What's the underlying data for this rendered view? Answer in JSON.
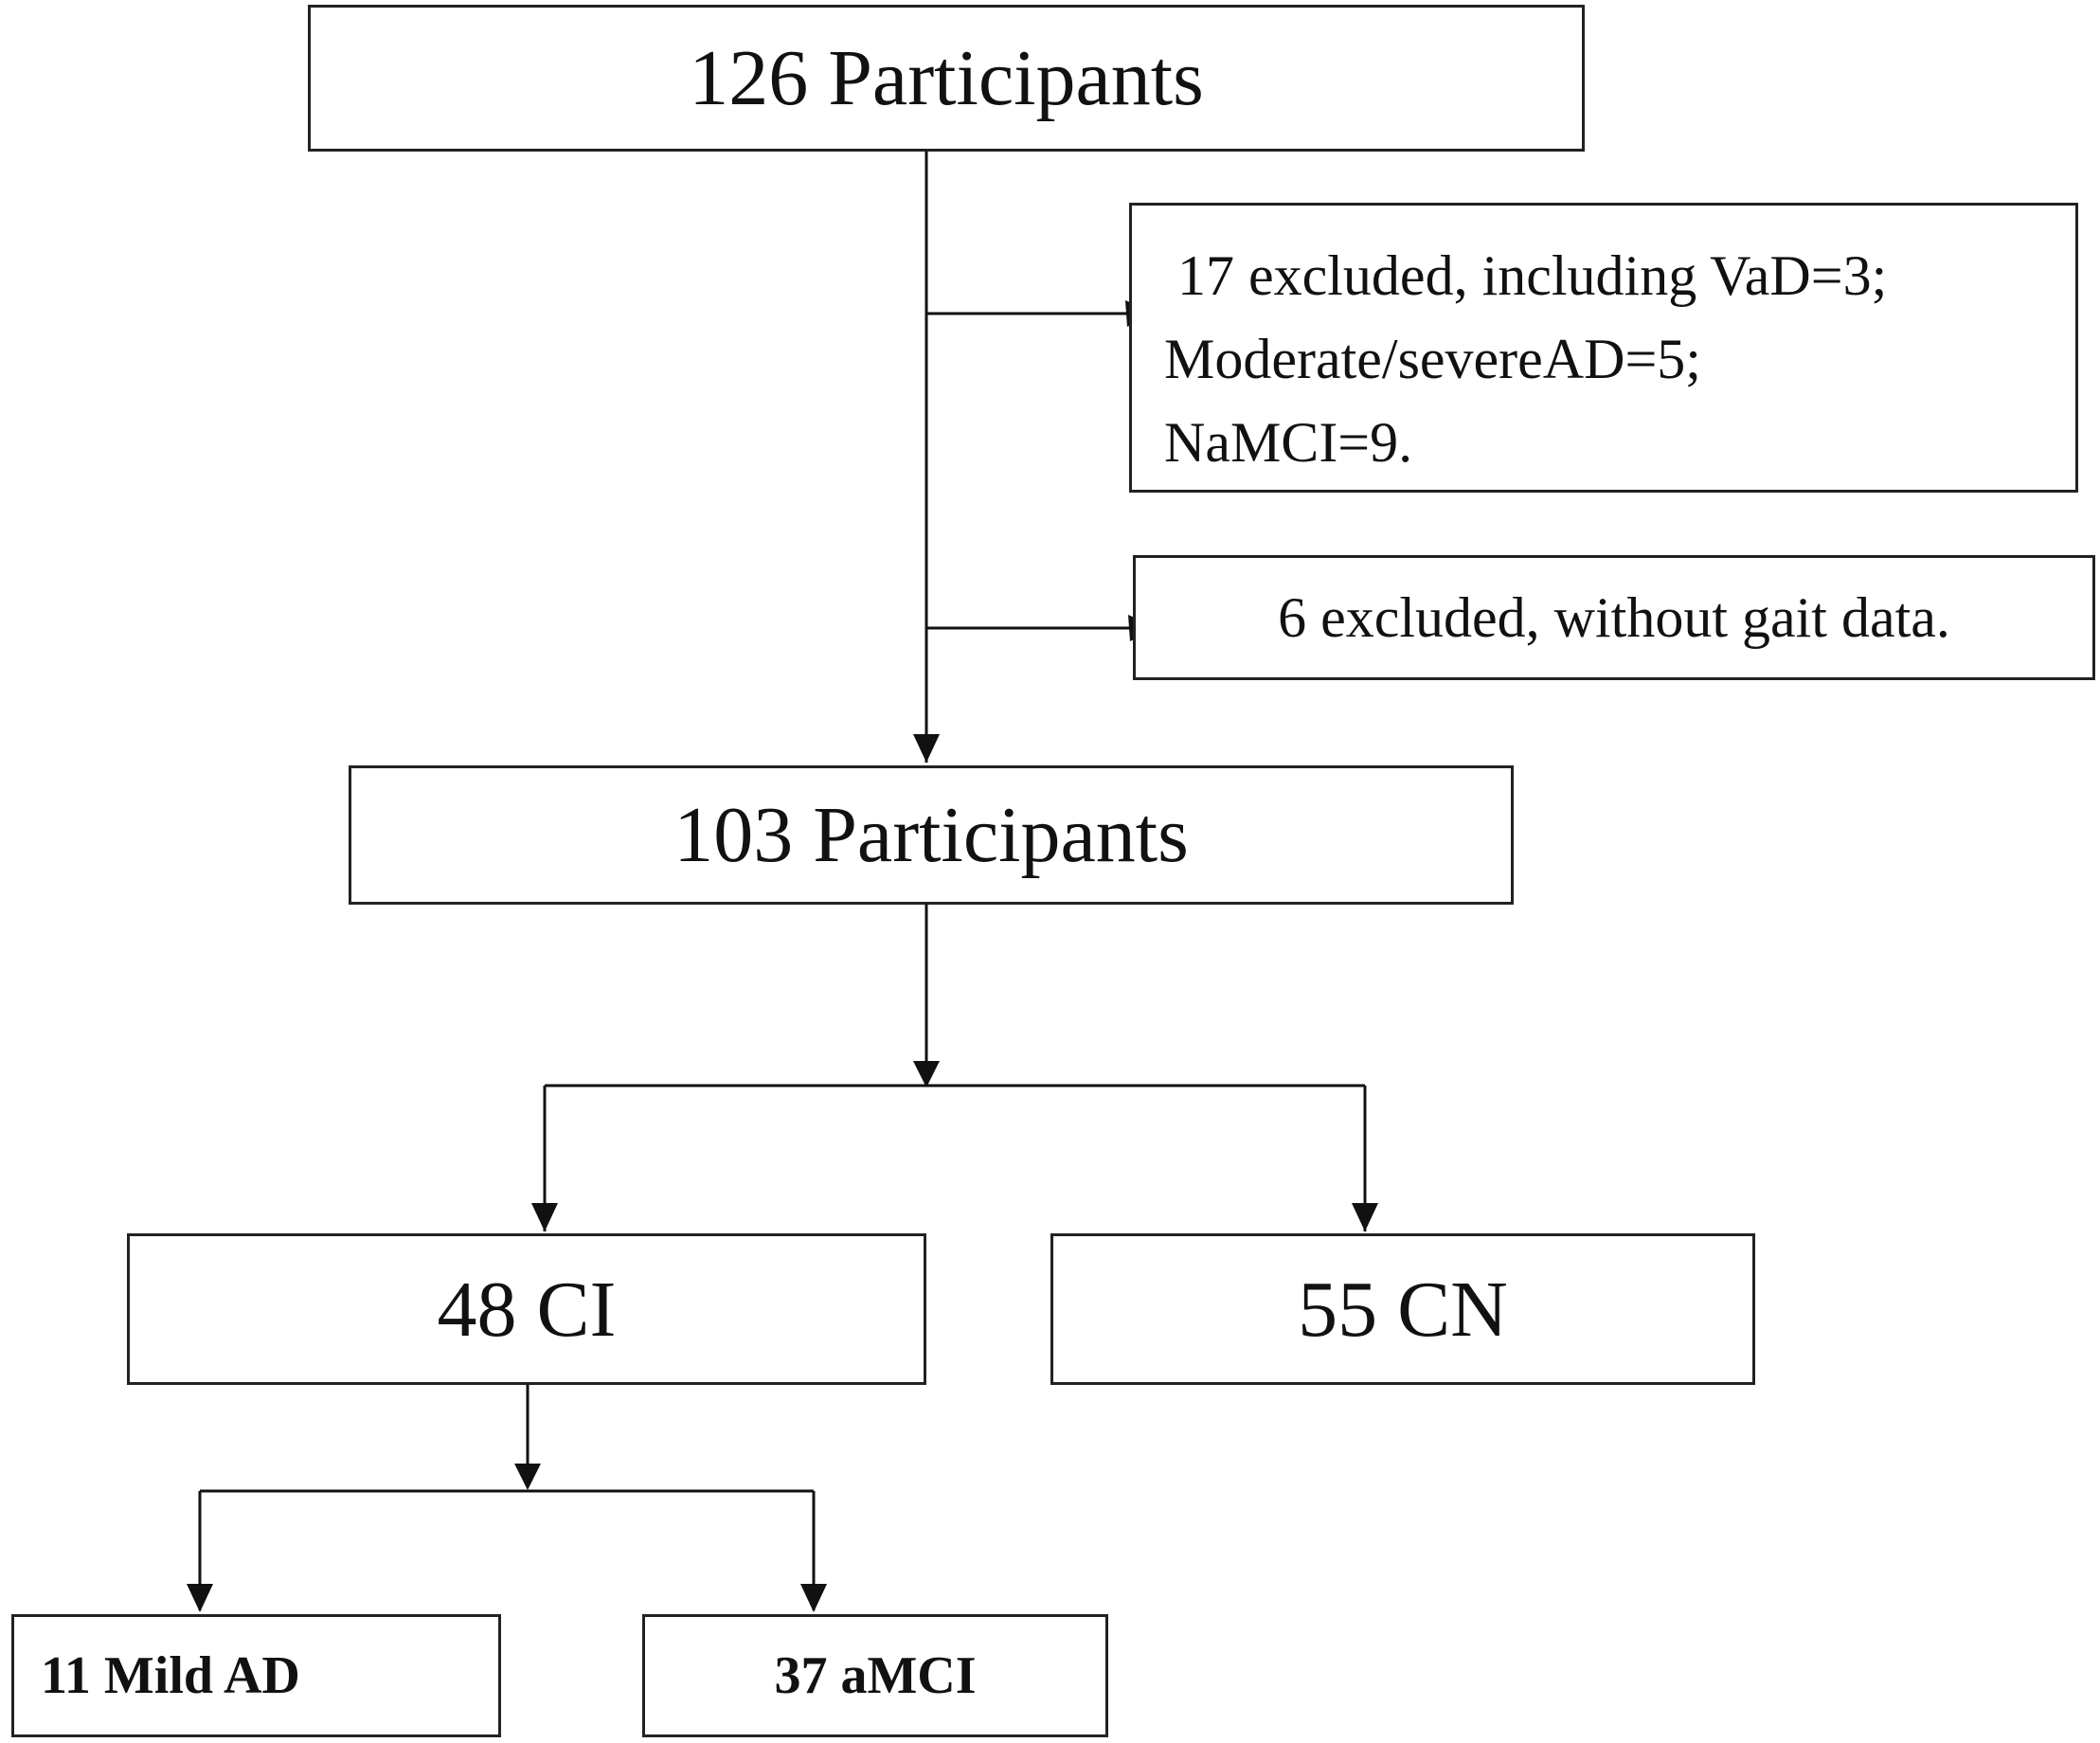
{
  "flowchart": {
    "top": {
      "label": "126 Participants"
    },
    "exclusion1": {
      "lines": [
        "17 excluded, including VaD=3;",
        "Moderate/severeAD=5;",
        "NaMCI=9."
      ]
    },
    "exclusion2": {
      "label": "6 excluded, without gait data."
    },
    "middle": {
      "label": "103 Participants"
    },
    "ci": {
      "label": "48 CI"
    },
    "cn": {
      "label": "55 CN"
    },
    "mild_ad": {
      "label": "11 Mild AD"
    },
    "amci": {
      "label": "37 aMCI"
    }
  }
}
